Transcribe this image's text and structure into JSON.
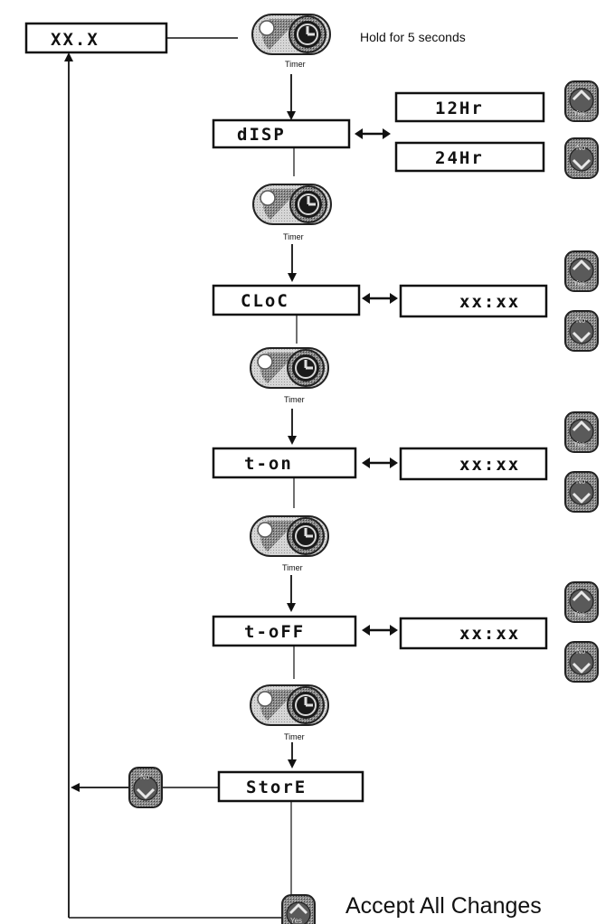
{
  "start_display": "XX.X",
  "hold_instruction": "Hold for 5 seconds",
  "timer_label": "Timer",
  "yes_label": "Yes",
  "no_label": "No",
  "menu": {
    "disp": {
      "label": "dISP",
      "option_a": "12Hr",
      "option_b": "24Hr"
    },
    "cloc": {
      "label": "CLoC",
      "value": "xx:xx"
    },
    "ton": {
      "label": "t-on",
      "value": "xx:xx"
    },
    "toff": {
      "label": "t-oFF",
      "value": "xx:xx"
    },
    "store": {
      "label": "StorE"
    }
  },
  "accept_all_changes": "Accept All Changes"
}
